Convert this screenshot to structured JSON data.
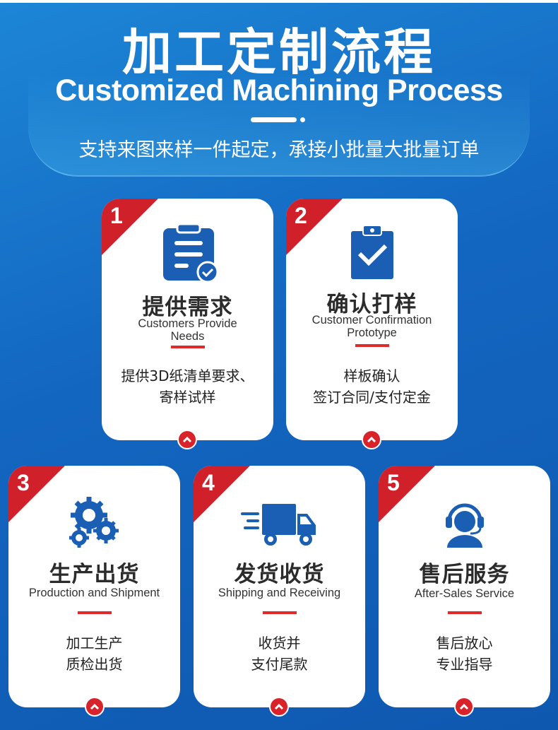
{
  "header": {
    "title": "加工定制流程",
    "subtitle": "Customized Machining Process",
    "tagline": "支持来图来样一件起定，承接小批量大批量订单"
  },
  "colors": {
    "accent_red": "#d0202a",
    "icon_blue": "#1a5fb4",
    "background": "#1366c0"
  },
  "steps": [
    {
      "number": "1",
      "icon": "clipboard-check-icon",
      "title_cn": "提供需求",
      "title_en": "Customers Provide Needs",
      "desc_line1": "提供3D纸清单要求、",
      "desc_line2": "寄样试样"
    },
    {
      "number": "2",
      "icon": "clipboard-tick-icon",
      "title_cn": "确认打样",
      "title_en": "Customer Confirmation Prototype",
      "desc_line1": "样板确认",
      "desc_line2": "签订合同/支付定金"
    },
    {
      "number": "3",
      "icon": "gears-icon",
      "title_cn": "生产出货",
      "title_en": "Production and Shipment",
      "desc_line1": "加工生产",
      "desc_line2": "质检出货"
    },
    {
      "number": "4",
      "icon": "truck-icon",
      "title_cn": "发货收货",
      "title_en": "Shipping and Receiving",
      "desc_line1": "收货并",
      "desc_line2": "支付尾款"
    },
    {
      "number": "5",
      "icon": "headset-agent-icon",
      "title_cn": "售后服务",
      "title_en": "After-Sales Service",
      "desc_line1": "售后放心",
      "desc_line2": "专业指导"
    }
  ]
}
